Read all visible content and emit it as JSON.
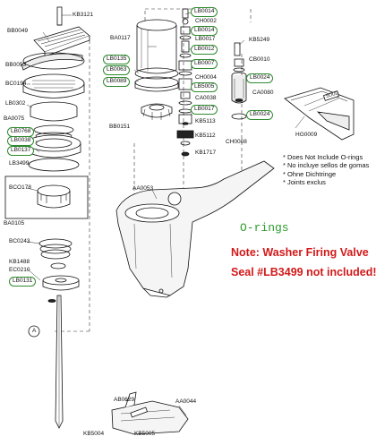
{
  "labels": {
    "kb3121": "KB3121",
    "bb0049": "BB0049",
    "bb0053": "BB0053",
    "bc0194": "BC0194",
    "lb0302": "LB0302",
    "ba0075": "BA0075",
    "lb0768": "LB0768",
    "lb0038": "LB0038",
    "lb0137": "LB0137",
    "lb3499": "LB3499",
    "bco178": "BCO178",
    "ba0105": "BA0105",
    "bc0243": "BC0243",
    "kb1488": "KB1488",
    "ec0210": "EC0210",
    "lb0131": "LB0131",
    "ba0117": "BA0117",
    "lb0135": "LB0135",
    "lb0063": "LB0063",
    "lb0089": "LB0089",
    "bb0151": "BB0151",
    "lb0014a": "LB0014",
    "ch0002": "CH0002",
    "lb0014b": "LB0014",
    "lb0017a": "LB0017",
    "lb0012": "LB0012",
    "lb0007": "LB0007",
    "ch0004": "CH0004",
    "lb5005": "LB5005",
    "ca0038": "CA0038",
    "lb0017b": "LB0017",
    "kb5113": "KB5113",
    "kb5112": "KB5112",
    "ch0008": "CH0008",
    "kb1717": "KB1717",
    "kb5249": "KB5249",
    "cb0010": "CB0010",
    "lb0024a": "LB0024",
    "ca0080": "CA0080",
    "lb0024b": "LB0024",
    "hg0009": "HG0009",
    "aa0053": "AA0053",
    "ab0629": "AB0629",
    "aa0044": "AA0044",
    "kb5004": "KB5004",
    "kb5005": "KB5005"
  },
  "notes": [
    "* Does Not Include O-rings",
    "* No incluye sellos de gomas",
    "* Ohne Dichtringe",
    "* Joints exclus"
  ],
  "orings_label": "O-rings",
  "warning": {
    "line1": "Note: Washer Firing Valve",
    "line2": "Seal #LB3499 not included!"
  },
  "callout_a": "A",
  "part_mark": "SOUD",
  "colors": {
    "oval": "#2e8b2e",
    "orings": "#2e9b2e",
    "warning": "#d21919"
  }
}
